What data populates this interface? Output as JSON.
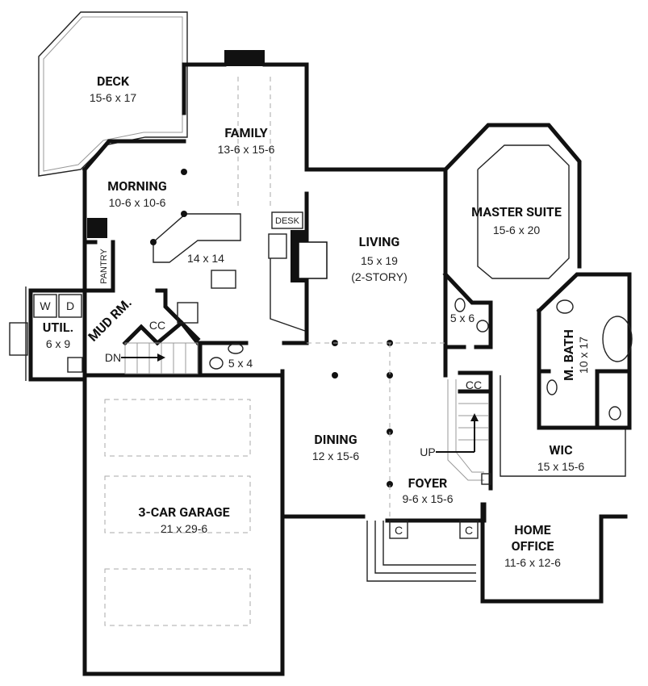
{
  "plan": {
    "rooms": [
      {
        "id": "deck",
        "name": "DECK",
        "size": "15-6 x 17"
      },
      {
        "id": "family",
        "name": "FAMILY",
        "size": "13-6 x 15-6"
      },
      {
        "id": "morning",
        "name": "MORNING",
        "size": "10-6 x 10-6"
      },
      {
        "id": "kitchen",
        "name": "",
        "size": "14 x 14"
      },
      {
        "id": "living",
        "name": "LIVING",
        "size": "15 x 19",
        "note": "(2-STORY)"
      },
      {
        "id": "master",
        "name": "MASTER SUITE",
        "size": "15-6 x 20"
      },
      {
        "id": "powder",
        "name": "",
        "size": "5 x 6"
      },
      {
        "id": "mbath",
        "name": "M. BATH",
        "size": "10 x 17"
      },
      {
        "id": "util",
        "name": "UTIL.",
        "size": "6 x 9"
      },
      {
        "id": "mud",
        "name": "MUD RM.",
        "size": ""
      },
      {
        "id": "halfbath",
        "name": "",
        "size": "5 x 4"
      },
      {
        "id": "wic",
        "name": "WIC",
        "size": "15 x 15-6"
      },
      {
        "id": "dining",
        "name": "DINING",
        "size": "12 x 15-6"
      },
      {
        "id": "foyer",
        "name": "FOYER",
        "size": "9-6 x 15-6"
      },
      {
        "id": "garage",
        "name": "3-CAR GARAGE",
        "size": "21 x 29-6"
      },
      {
        "id": "office",
        "name": "HOME OFFICE",
        "size": "11-6 x 12-6"
      }
    ],
    "labels": {
      "desk": "DESK",
      "pantry": "PANTRY",
      "washer": "W",
      "dryer": "D",
      "cc1": "CC",
      "cc2": "CC",
      "dn": "DN",
      "up": "UP",
      "c1": "C",
      "c2": "C"
    }
  }
}
